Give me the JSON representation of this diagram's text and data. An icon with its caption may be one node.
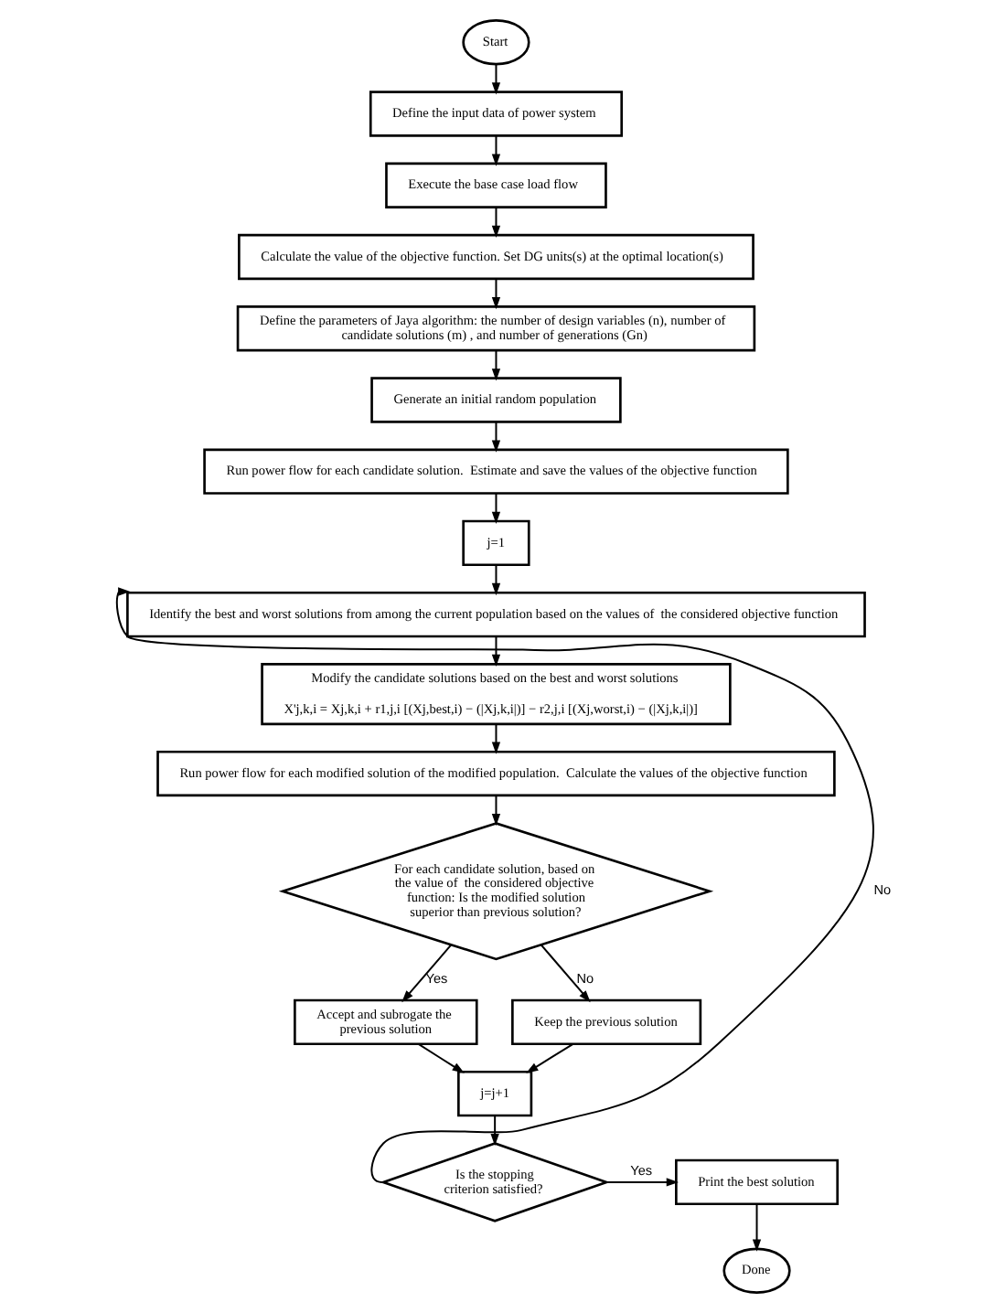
{
  "diagram": {
    "nodes": [
      {
        "text": [
          "Start"
        ]
      },
      {
        "text": [
          "Define the input data of power system"
        ]
      },
      {
        "text": [
          "Execute the base case load flow"
        ]
      },
      {
        "text": [
          "Calculate the value of the objective function. Set DG units(s) at the optimal location(s)"
        ]
      },
      {
        "text": [
          "Define the parameters of Jaya algorithm: the number of design variables (n), number of candidate solutions (m) , and number of generations (Gn)"
        ]
      },
      {
        "text": [
          "Generate an initial random population"
        ]
      },
      {
        "text": [
          "Run power flow for each candidate solution.  Estimate and save the values of the objective function"
        ]
      },
      {
        "text": [
          "j=1"
        ]
      },
      {
        "text": [
          "Identify the best and worst solutions from among the current population based on the values of  the considered objective function"
        ]
      },
      {
        "text": [
          "Modify the candidate solutions based on the best and worst solutions",
          "X'j,k,i = Xj,k,i + r1,j,i [(Xj,best,i) − (|Xj,k,i|)] − r2,j,i [(Xj,worst,i) − (|Xj,k,i|)]"
        ]
      },
      {
        "text": [
          "Run power flow for each modified solution of the modified population.  Calculate the values of the objective function"
        ]
      },
      {
        "text": [
          "For each candidate solution, based on the value of  the considered objective function: Is the modified solution superior than previous solution?"
        ]
      },
      {
        "text": [
          "Accept and subrogate the previous solution"
        ]
      },
      {
        "text": [
          "Keep the previous solution"
        ]
      },
      {
        "text": [
          "j=j+1"
        ]
      },
      {
        "text": [
          "Is the stopping criterion satisfied?"
        ]
      },
      {
        "text": [
          "Print the best solution"
        ]
      },
      {
        "text": [
          "Done"
        ]
      }
    ],
    "edges": [
      {
        "from": 0,
        "to": 1,
        "arrow": "to"
      },
      {
        "from": 1,
        "to": 2,
        "arrow": "to"
      },
      {
        "from": 2,
        "to": 3,
        "arrow": "to"
      },
      {
        "from": 3,
        "to": 4,
        "arrow": "to"
      },
      {
        "from": 4,
        "to": 5,
        "arrow": "to"
      },
      {
        "from": 5,
        "to": 6,
        "arrow": "to"
      },
      {
        "from": 6,
        "to": 7,
        "arrow": "to"
      },
      {
        "from": 7,
        "to": 8,
        "arrow": "to"
      },
      {
        "from": 8,
        "to": 9,
        "arrow": "to"
      },
      {
        "from": 9,
        "to": 10,
        "arrow": "to"
      },
      {
        "from": 10,
        "to": 11,
        "arrow": "to"
      },
      {
        "from": 11,
        "to": 12,
        "arrow": "to",
        "label": "Yes"
      },
      {
        "from": 11,
        "to": 13,
        "arrow": "to",
        "label": "No"
      },
      {
        "from": 12,
        "to": 14,
        "arrow": "to"
      },
      {
        "from": 13,
        "to": 14,
        "arrow": "to"
      },
      {
        "from": 14,
        "to": 15,
        "arrow": "to"
      },
      {
        "from": 15,
        "to": 8,
        "arrow": "to",
        "label": "No"
      },
      {
        "from": 15,
        "to": 16,
        "arrow": "to",
        "label": "Yes"
      },
      {
        "from": 16,
        "to": 17,
        "arrow": "to"
      }
    ]
  }
}
